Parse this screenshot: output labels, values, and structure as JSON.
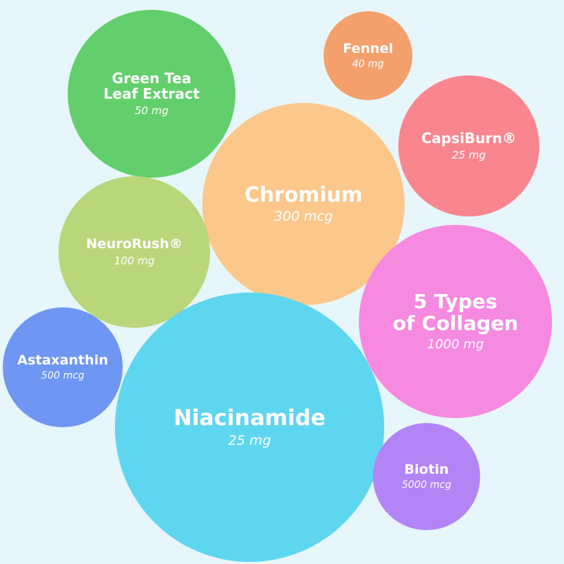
{
  "ingredients": [
    {
      "name": "Green Tea\nLeaf Extract",
      "dose": "50 mg",
      "color": "#63cf6c"
    },
    {
      "name": "Fennel",
      "dose": "40 mg",
      "color": "#f4a06c"
    },
    {
      "name": "CapsiBurn®",
      "dose": "25 mg",
      "color": "#f9868f"
    },
    {
      "name": "Chromium",
      "dose": "300 mcg",
      "color": "#fcc78b"
    },
    {
      "name": "NeuroRush®",
      "dose": "100 mg",
      "color": "#bad67a"
    },
    {
      "name": "5 Types\nof Collagen",
      "dose": "1000 mg",
      "color": "#f689e0"
    },
    {
      "name": "Astaxanthin",
      "dose": "500 mcg",
      "color": "#6e96f2"
    },
    {
      "name": "Niacinamide",
      "dose": "25 mg",
      "color": "#5fd6ef"
    },
    {
      "name": "Biotin",
      "dose": "5000 mcg",
      "color": "#b384f6"
    }
  ]
}
